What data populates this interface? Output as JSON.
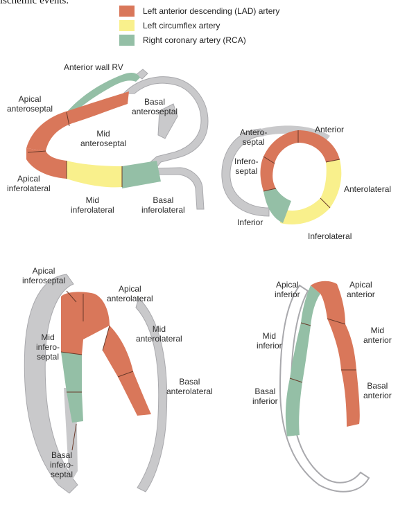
{
  "top_fragment": "ischemic events.",
  "colors": {
    "lad": "#d9775a",
    "lcx": "#f9f08c",
    "rca": "#94bfa6",
    "wall": "#c9c9cb",
    "wall_stroke": "#a9a9ad"
  },
  "legend": [
    {
      "label": "Left anterior descending (LAD) artery",
      "color": "#d9775a"
    },
    {
      "label": "Left circumflex artery",
      "color": "#f9f08c"
    },
    {
      "label": "Right coronary artery (RCA)",
      "color": "#94bfa6"
    }
  ],
  "view_lax": {
    "anterior_wall_rv": "Anterior wall RV",
    "apical_anteroseptal": [
      "Apical",
      "anteroseptal"
    ],
    "basal_anteroseptal": [
      "Basal",
      "anteroseptal"
    ],
    "mid_anteroseptal": [
      "Mid",
      "anteroseptal"
    ],
    "apical_inferolateral": [
      "Apical",
      "inferolateral"
    ],
    "mid_inferolateral": [
      "Mid",
      "inferolateral"
    ],
    "basal_inferolateral": [
      "Basal",
      "inferolateral"
    ]
  },
  "view_sax": {
    "anteroseptal": [
      "Antero-",
      "septal"
    ],
    "anterior": "Anterior",
    "inferoseptal": [
      "Infero-",
      "septal"
    ],
    "anterolateral": "Anterolateral",
    "inferior": "Inferior",
    "inferolateral": "Inferolateral"
  },
  "view_4ch": {
    "apical_inferoseptal": [
      "Apical",
      "inferoseptal"
    ],
    "apical_anterolateral": [
      "Apical",
      "anterolateral"
    ],
    "mid_inferoseptal": [
      "Mid",
      "infero-",
      "septal"
    ],
    "mid_anterolateral": [
      "Mid",
      "anterolateral"
    ],
    "basal_anterolateral": [
      "Basal",
      "anterolateral"
    ],
    "basal_inferoseptal": [
      "Basal",
      "infero-",
      "septal"
    ]
  },
  "view_2ch": {
    "apical_inferior": [
      "Apical",
      "inferior"
    ],
    "apical_anterior": [
      "Apical",
      "anterior"
    ],
    "mid_inferior": [
      "Mid",
      "inferior"
    ],
    "mid_anterior": [
      "Mid",
      "anterior"
    ],
    "basal_inferior": [
      "Basal",
      "inferior"
    ],
    "basal_anterior": [
      "Basal",
      "anterior"
    ]
  }
}
